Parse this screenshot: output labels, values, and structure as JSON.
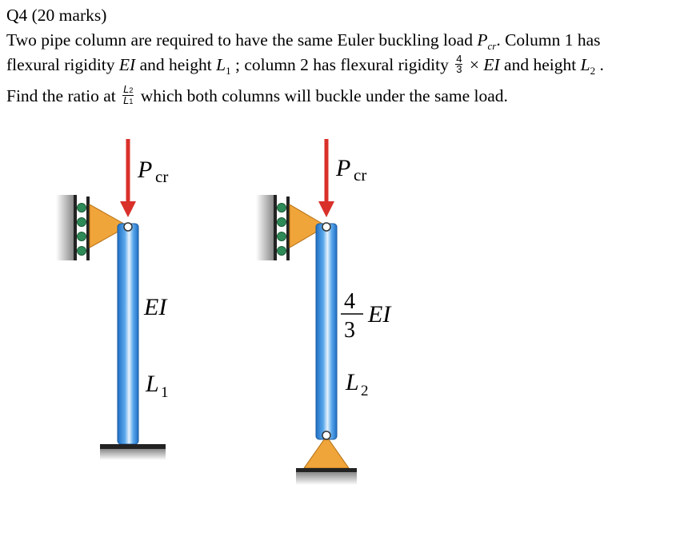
{
  "question": {
    "heading": "Q4 (20 marks)",
    "line1_a": "Two pipe column are required to have the same Euler buckling load ",
    "pcr_var": "P",
    "pcr_sub": "cr",
    "line1_b": ". Column 1 has",
    "line2_a": "flexural rigidity ",
    "ei_1": "EI",
    "line2_b": " and height ",
    "l1_var": "L",
    "l1_sub": "1",
    "line2_c": " ; column 2 has flexural rigidity ",
    "frac_num": "4",
    "frac_den": "3",
    "line2_d": " × ",
    "ei_2": "EI",
    "line2_e": " and height ",
    "l2_var": "L",
    "l2_sub": "2",
    "line2_f": " .",
    "line3_a": "Find the ratio at ",
    "ratio_num_var": "L",
    "ratio_num_sub": "2",
    "ratio_den_var": "L",
    "ratio_den_sub": "1",
    "line3_b": " which both columns will buckle under the same load."
  },
  "figure": {
    "column1": {
      "load_var": "P",
      "load_sub": "cr",
      "rigidity": "EI",
      "length_var": "L",
      "length_sub": "1"
    },
    "column2": {
      "load_var": "P",
      "load_sub": "cr",
      "rigidity_num": "4",
      "rigidity_den": "3",
      "rigidity": "EI",
      "length_var": "L",
      "length_sub": "2"
    }
  },
  "colors": {
    "load_arrow": "#d9302a",
    "support_triangle": "#f0a53a",
    "roller": "#2e8b57",
    "column_blue": "#3d8fd8",
    "ground": "#555555"
  }
}
